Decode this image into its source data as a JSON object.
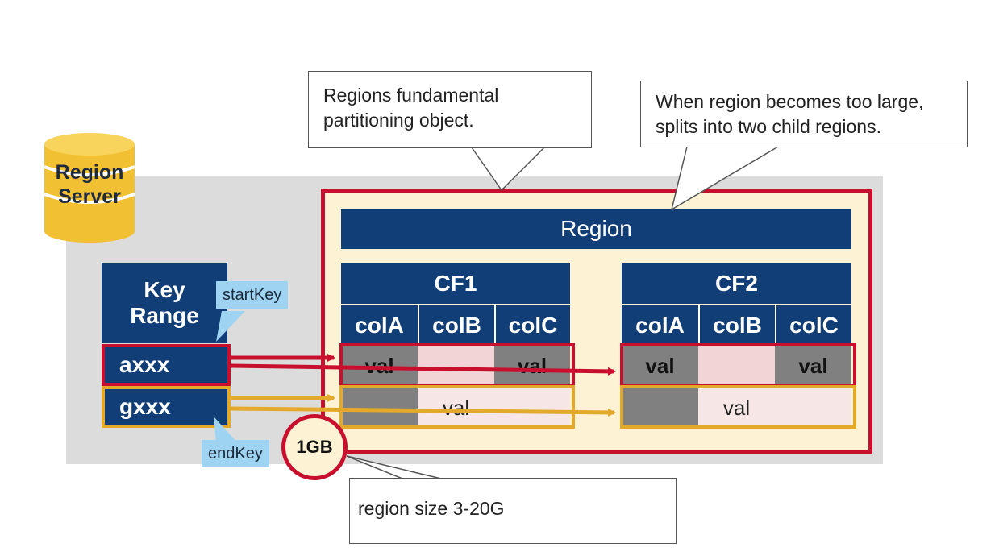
{
  "callouts": {
    "regions_line1": "Regions fundamental",
    "regions_line2": "partitioning object.",
    "split_line1": "When region becomes too large,",
    "split_line2": "splits into two child regions.",
    "size": "region size 3-20G"
  },
  "region_server": {
    "line1": "Region",
    "line2": "Server"
  },
  "key_range": {
    "line1": "Key",
    "line2": "Range",
    "rows": [
      "axxx",
      "gxxx"
    ],
    "start_tag": "startKey",
    "end_tag": "endKey"
  },
  "region": {
    "title": "Region",
    "size_badge": "1GB",
    "cf1": {
      "title": "CF1",
      "columns": [
        "colA",
        "colB",
        "colC"
      ],
      "row_a": [
        "val",
        "",
        "val"
      ],
      "row_g": [
        "",
        "val",
        ""
      ]
    },
    "cf2": {
      "title": "CF2",
      "columns": [
        "colA",
        "colB",
        "colC"
      ],
      "row_a": [
        "val",
        "",
        "val"
      ],
      "row_g": [
        "",
        "val",
        ""
      ]
    }
  },
  "colors": {
    "navy": "#123e78",
    "red": "#c8102e",
    "gold": "#e3a92b",
    "cream": "#fdf2d3",
    "tag_blue": "#9fd3f2"
  }
}
